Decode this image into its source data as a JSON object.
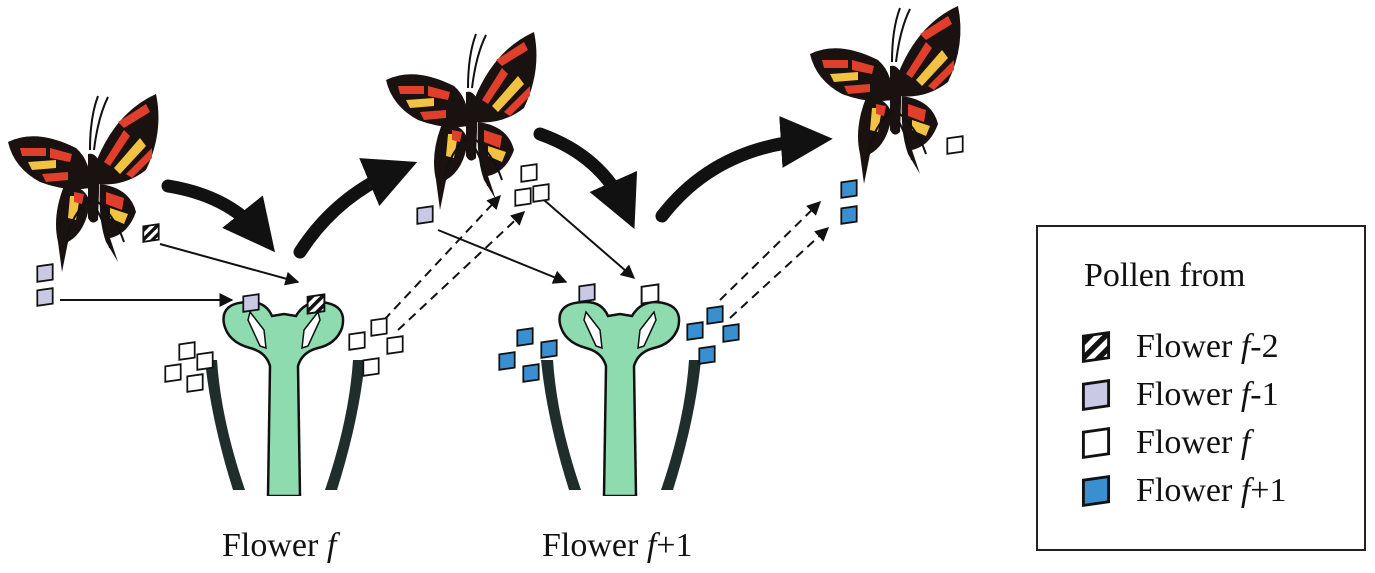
{
  "colors": {
    "stigma": "#8fdbb0",
    "stem": "#1f2e2a",
    "pollen_f_minus_2": "#ffffff",
    "pollen_f_minus_1": "#c9c9e6",
    "pollen_f": "#ffffff",
    "pollen_f_plus_1": "#3a8fd1",
    "wing_red": "#e0402b",
    "wing_yellow": "#f2c342",
    "wing_black": "#1a1111"
  },
  "flowers": [
    {
      "label_prefix": "Flower ",
      "label_var": "f",
      "label_suffix": ""
    },
    {
      "label_prefix": "Flower ",
      "label_var": "f",
      "label_suffix": "+1"
    }
  ],
  "legend": {
    "title": "Pollen from",
    "items": [
      {
        "kind": "hatched",
        "prefix": "Flower ",
        "var": "f",
        "suffix": "-2"
      },
      {
        "kind": "lavender",
        "prefix": "Flower ",
        "var": "f",
        "suffix": "-1"
      },
      {
        "kind": "white",
        "prefix": "Flower ",
        "var": "f",
        "suffix": ""
      },
      {
        "kind": "blue",
        "prefix": "Flower ",
        "var": "f",
        "suffix": "+1"
      }
    ]
  },
  "icons": {
    "butterfly": "swallowtail-butterfly-icon",
    "flower": "flower-pistil-icon",
    "pollen": "pollen-grain-icon"
  }
}
